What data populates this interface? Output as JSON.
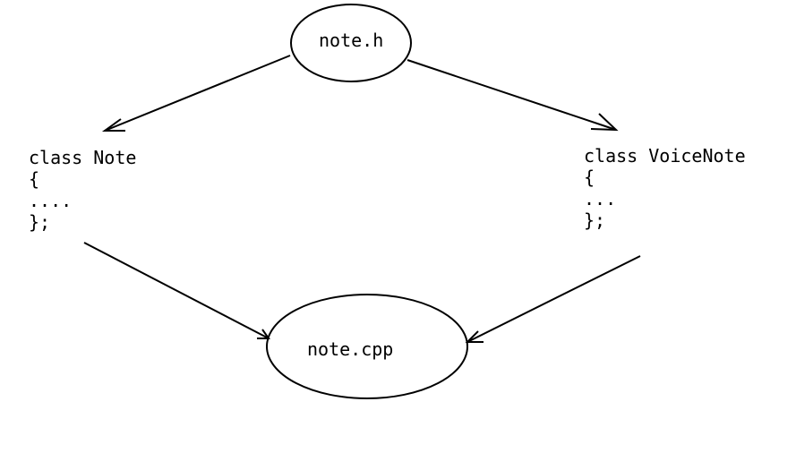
{
  "diagram": {
    "nodes": {
      "header_file": {
        "label": "note.h",
        "shape": "ellipse"
      },
      "source_file": {
        "label": "note.cpp",
        "shape": "ellipse"
      },
      "class_note": {
        "lines": [
          "class Note",
          "{",
          "....",
          "};"
        ]
      },
      "class_voicenote": {
        "lines": [
          "class VoiceNote",
          "{",
          "...",
          "};"
        ]
      }
    },
    "edges": [
      {
        "from": "header_file",
        "to": "class_note"
      },
      {
        "from": "header_file",
        "to": "class_voicenote"
      },
      {
        "from": "class_note",
        "to": "source_file"
      },
      {
        "from": "class_voicenote",
        "to": "source_file"
      }
    ],
    "colors": {
      "stroke": "#000000",
      "text": "#000000",
      "background": "#ffffff"
    }
  }
}
